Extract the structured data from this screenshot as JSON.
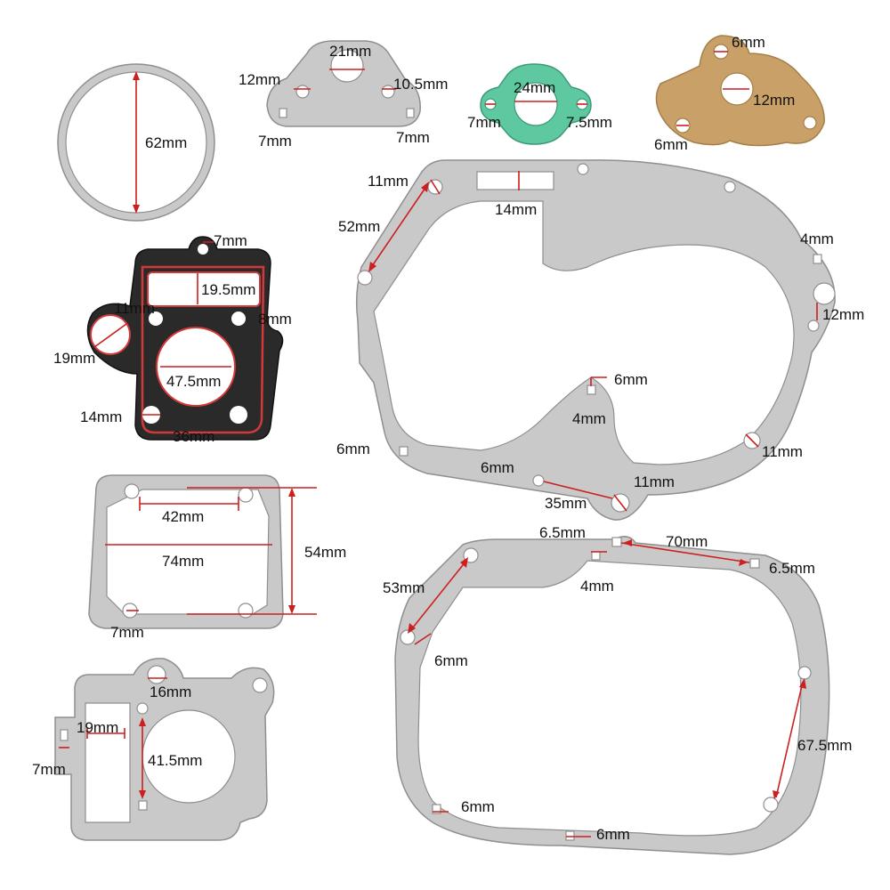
{
  "colors": {
    "background": "#ffffff",
    "gasket_grey": "#c9c9c9",
    "gasket_green": "#5ec9a0",
    "gasket_tan": "#c9a067",
    "gasket_black": "#2a2a2a",
    "measure_red": "#cc1f1f"
  },
  "labels": {
    "ring_dia": "62mm",
    "ex_top": "21mm",
    "ex_left": "12mm",
    "ex_right": "10.5mm",
    "ex_bl": "7mm",
    "ex_br": "7mm",
    "intake_center": "24mm",
    "intake_left": "7mm",
    "intake_right": "7.5mm",
    "oil_top": "6mm",
    "oil_center": "12mm",
    "oil_bottom": "6mm",
    "head_top": "7mm",
    "head_port": "19.5mm",
    "head_11": "11mm",
    "head_8": "8mm",
    "head_19": "19mm",
    "head_bore": "47.5mm",
    "head_14": "14mm",
    "head_36": "36mm",
    "case_11a": "11mm",
    "case_14": "14mm",
    "case_52": "52mm",
    "case_4": "4mm",
    "case_12": "12mm",
    "case_6a": "6mm",
    "case_4b": "4mm",
    "case_6b": "6mm",
    "case_6c": "6mm",
    "case_11b": "11mm",
    "case_11c": "11mm",
    "case_35": "35mm",
    "base_42": "42mm",
    "base_74": "74mm",
    "base_54": "54mm",
    "base_7": "7mm",
    "rc_65a": "6.5mm",
    "rc_70": "70mm",
    "rc_65b": "6.5mm",
    "rc_4": "4mm",
    "rc_53": "53mm",
    "rc_6a": "6mm",
    "rc_675": "67.5mm",
    "rc_6b": "6mm",
    "rc_6c": "6mm",
    "cyl_16": "16mm",
    "cyl_19": "19mm",
    "cyl_41": "41.5mm",
    "cyl_7": "7mm"
  }
}
